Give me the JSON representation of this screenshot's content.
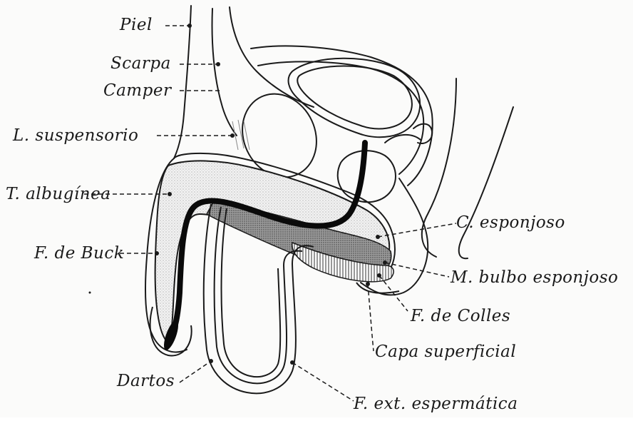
{
  "diagram": {
    "labels": {
      "piel": "Piel",
      "scarpa": "Scarpa",
      "camper": "Camper",
      "l_suspensorio": "L. suspensorio",
      "t_albuginea": "T. albugínea",
      "f_de_buck": "F. de Buck",
      "c_esponjoso": "C. esponjoso",
      "m_bulbo_esponjoso": "M. bulbo esponjoso",
      "f_de_colles": "F. de Colles",
      "capa_superficial": "Capa superficial",
      "dartos": "Dartos",
      "f_ext_espermatica": "F. ext. espermática"
    },
    "colors": {
      "ink": "#1a1a1a",
      "paper": "#fbfbfa",
      "tissue_shade": "#d9d9d9",
      "spongy_shade": "#8a8a8a",
      "urethra": "#0a0a0a"
    }
  }
}
